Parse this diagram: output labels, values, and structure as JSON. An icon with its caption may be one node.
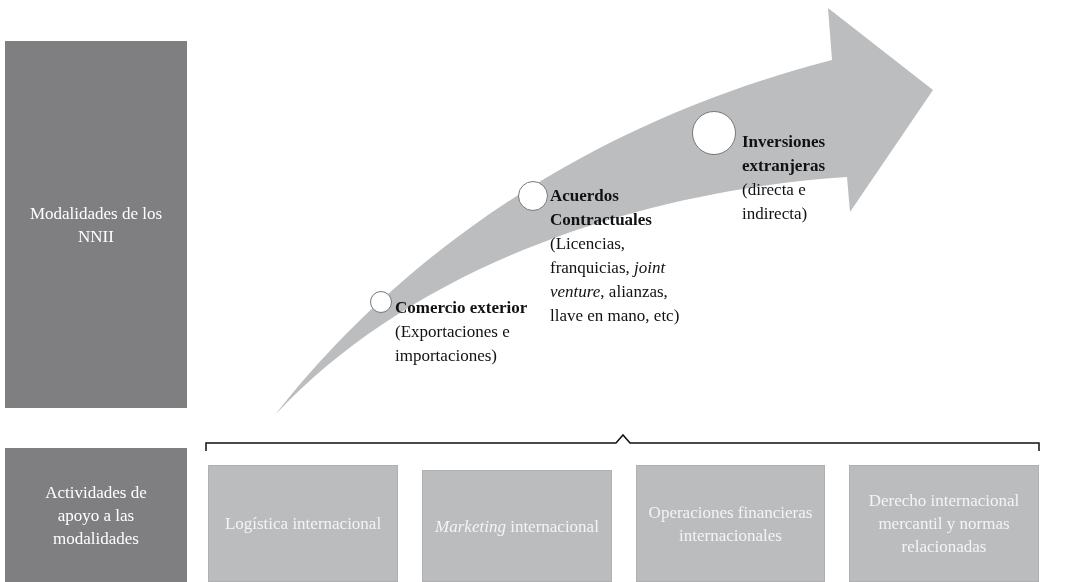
{
  "diagram": {
    "nodes": [
      {
        "text": [
          "Modalidades de los NNII"
        ]
      },
      {
        "text": [
          "Comercio exterior",
          "(Exportaciones e importaciones)"
        ]
      },
      {
        "text": [
          "Acuerdos Contractuales",
          "(Licencias, franquicias, *joint venture*, alianzas, llave en mano, etc)"
        ]
      },
      {
        "text": [
          "Inversiones extranjeras",
          "(directa e indirecta)"
        ]
      },
      {
        "text": [
          "Actividades de apoyo a las modalidades"
        ]
      },
      {
        "text": [
          "Logística internacional"
        ]
      },
      {
        "text": [
          "*Marketing* internacional"
        ]
      },
      {
        "text": [
          "Operaciones financieras internacionales"
        ]
      },
      {
        "text": [
          "Derecho internacional mercantil y normas relacionadas"
        ]
      }
    ]
  }
}
